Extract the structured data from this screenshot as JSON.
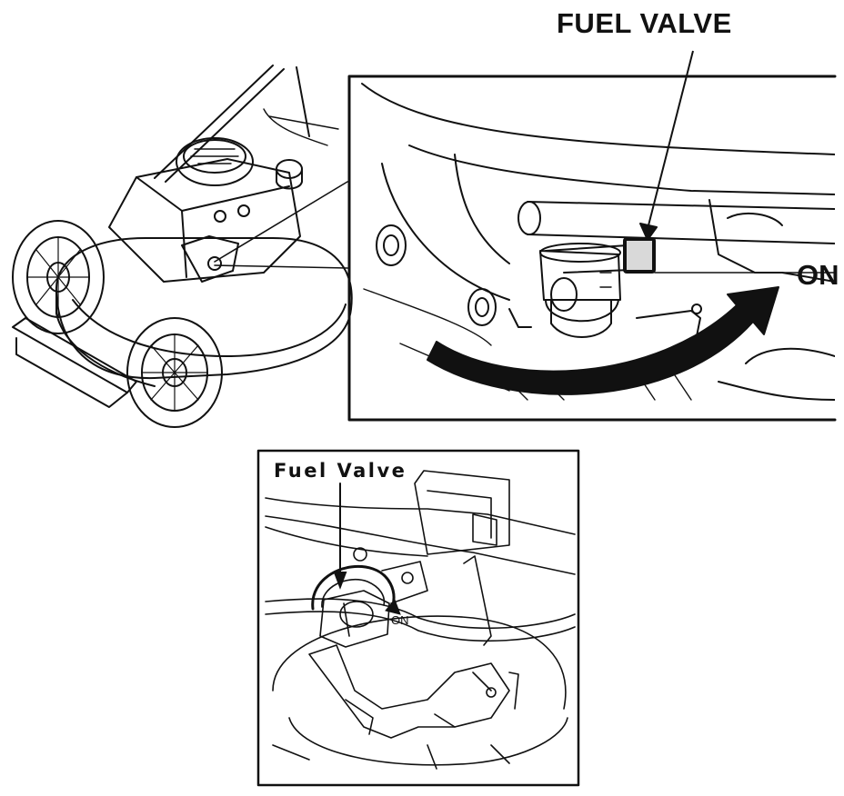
{
  "top_figure": {
    "label_fuel_valve": "FUEL VALVE",
    "label_on": "ON"
  },
  "bottom_figure": {
    "label_fuel_valve": "Fuel Valve",
    "label_on": "ON"
  },
  "colors": {
    "ink": "#111111",
    "paper": "#ffffff",
    "shade": "#d9d9d9"
  }
}
